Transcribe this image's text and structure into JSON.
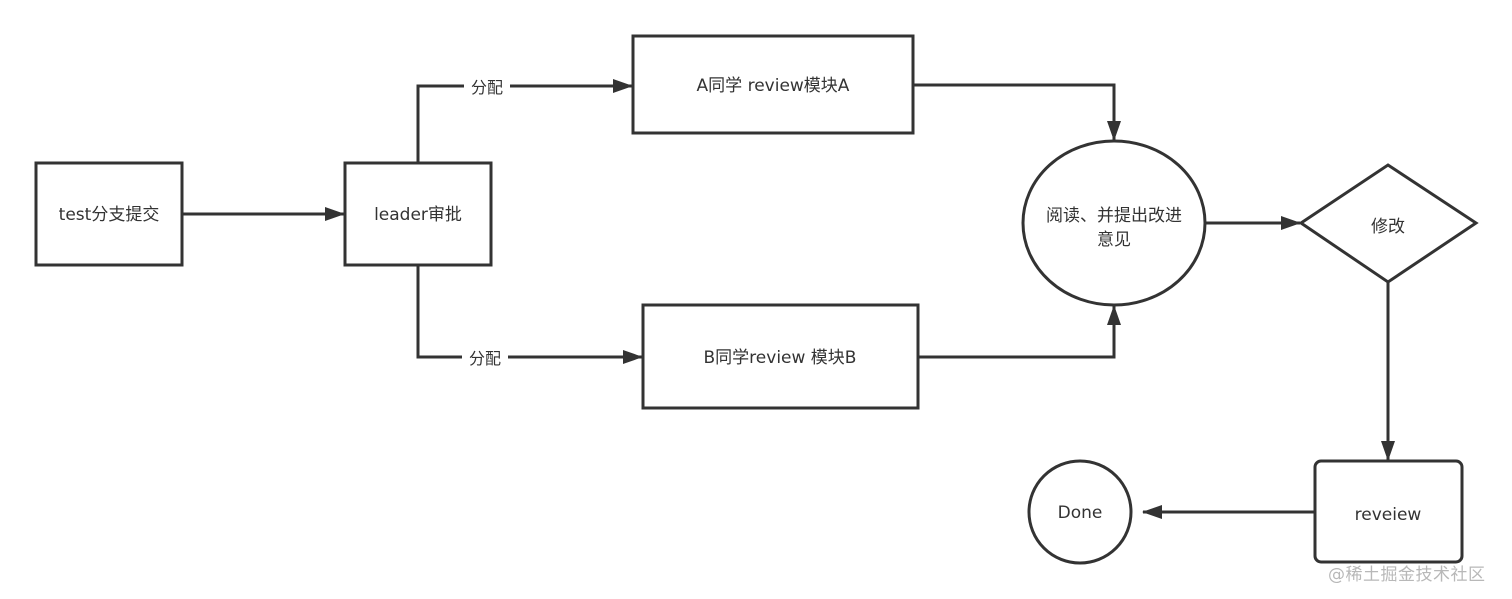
{
  "diagram": {
    "type": "flowchart",
    "nodes": [
      {
        "id": "test_submit",
        "shape": "rectangle",
        "label": "test分支提交"
      },
      {
        "id": "leader_approve",
        "shape": "rectangle",
        "label": "leader审批"
      },
      {
        "id": "review_a",
        "shape": "rectangle",
        "label": "A同学 review模块A"
      },
      {
        "id": "review_b",
        "shape": "rectangle",
        "label": "B同学review 模块B"
      },
      {
        "id": "read_suggest",
        "shape": "ellipse",
        "label_lines": [
          "阅读、并提出改进",
          "意见"
        ]
      },
      {
        "id": "modify",
        "shape": "diamond",
        "label": "修改"
      },
      {
        "id": "reveiew",
        "shape": "rounded-rectangle",
        "label": "reveiew"
      },
      {
        "id": "done",
        "shape": "circle",
        "label": "Done"
      }
    ],
    "edges": [
      {
        "from": "test_submit",
        "to": "leader_approve",
        "label": ""
      },
      {
        "from": "leader_approve",
        "to": "review_a",
        "label": "分配"
      },
      {
        "from": "leader_approve",
        "to": "review_b",
        "label": "分配"
      },
      {
        "from": "review_a",
        "to": "read_suggest",
        "label": ""
      },
      {
        "from": "review_b",
        "to": "read_suggest",
        "label": ""
      },
      {
        "from": "read_suggest",
        "to": "modify",
        "label": ""
      },
      {
        "from": "modify",
        "to": "reveiew",
        "label": ""
      },
      {
        "from": "reveiew",
        "to": "done",
        "label": ""
      }
    ]
  },
  "watermark": "@稀土掘金技术社区",
  "colors": {
    "stroke": "#333333",
    "text": "#333333",
    "background": "#ffffff",
    "watermark": "#b8b8b8"
  }
}
